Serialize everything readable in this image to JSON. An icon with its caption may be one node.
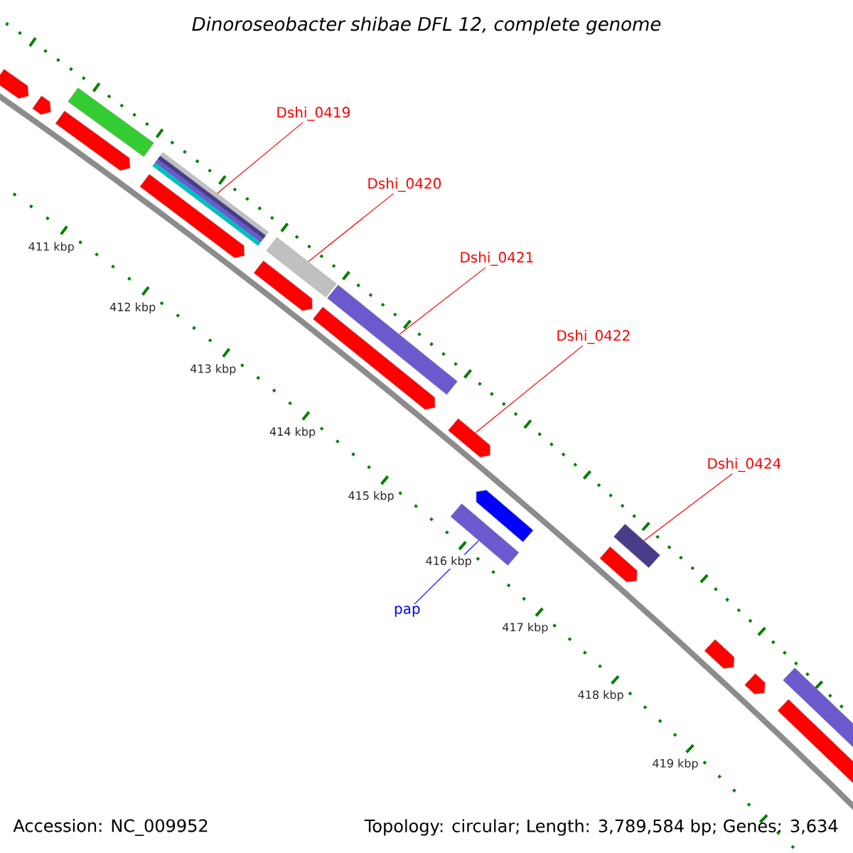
{
  "diagram": {
    "title": "Dinoroseobacter shibae DFL 12, complete genome",
    "nodes": [
      {
        "text": [
          "Dshi_0419"
        ]
      },
      {
        "text": [
          "Dshi_0420"
        ]
      },
      {
        "text": [
          "Dshi_0421"
        ]
      },
      {
        "text": [
          "Dshi_0422"
        ]
      },
      {
        "text": [
          "Dshi_0424"
        ]
      },
      {
        "text": [
          "pap"
        ]
      },
      {
        "text": [],
        "shape": "pentagon"
      },
      {
        "text": [],
        "shape": "pentagon"
      },
      {
        "text": [],
        "shape": "pentagon"
      },
      {
        "text": [],
        "shape": "bar"
      },
      {
        "text": [],
        "shape": "pentagon"
      },
      {
        "text": [],
        "shape": "bar"
      },
      {
        "text": [],
        "shape": "pentagon"
      },
      {
        "text": [],
        "shape": "bar"
      },
      {
        "text": [],
        "shape": "pentagon"
      },
      {
        "text": [],
        "shape": "bar"
      },
      {
        "text": [],
        "shape": "pentagon"
      },
      {
        "text": [],
        "shape": "bar"
      },
      {
        "text": [],
        "shape": "pentagon"
      },
      {
        "text": [],
        "shape": "pentagon"
      },
      {
        "text": [],
        "shape": "bar"
      },
      {
        "text": [],
        "shape": "pentagon"
      },
      {
        "text": [],
        "shape": "pentagon"
      },
      {
        "text": [],
        "shape": "pentagon"
      },
      {
        "text": [],
        "shape": "bar"
      }
    ],
    "edges": [
      {
        "from": 0,
        "to": 11,
        "arrow": "none"
      },
      {
        "from": 1,
        "to": 13,
        "arrow": "none"
      },
      {
        "from": 2,
        "to": 15,
        "arrow": "none"
      },
      {
        "from": 3,
        "to": 16,
        "arrow": "none"
      },
      {
        "from": 4,
        "to": 20,
        "arrow": "none"
      },
      {
        "from": 5,
        "to": 17,
        "arrow": "none",
        "color": "#0000ff"
      }
    ],
    "labels": [
      "411 kbp",
      "412 kbp",
      "413 kbp",
      "414 kbp",
      "415 kbp",
      "416 kbp",
      "417 kbp",
      "418 kbp",
      "419 kbp",
      "Accession: NC_009952",
      "Topology: circular; Length: 3,789,584 bp; Genes: 3,634"
    ]
  }
}
